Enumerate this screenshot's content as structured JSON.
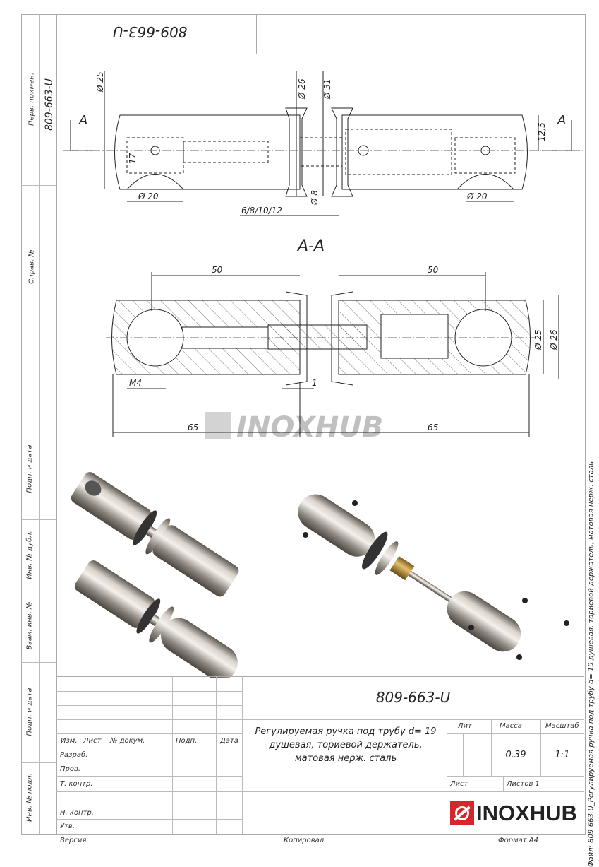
{
  "sheet": {
    "top_box_code": "809-663-U",
    "side_code": "809-663-U",
    "side_labels": [
      "Перв. примен.",
      "Справ. №",
      "Подп. и дата",
      "Инв. № дубл.",
      "Взам. инв. №",
      "Подп. и дата",
      "Инв. № подл."
    ],
    "file_caption": "Файл: 809-663-U_Регулируемая ручка под трубу d= 19 душевая, ториевой держатель, матовая нерж. сталь",
    "watermark": "INOXHUB"
  },
  "top_view": {
    "section_mark_left": "A",
    "section_mark_right": "A",
    "dims": {
      "d25": "Ø 25",
      "d26": "Ø 26",
      "d31": "Ø 31",
      "r125": "12,5",
      "h17": "17",
      "d20_left": "Ø 20",
      "d20_right": "Ø 20",
      "d8": "Ø 8",
      "gap": "6/8/10/12"
    }
  },
  "section_view": {
    "title": "A-A",
    "dims": {
      "l50_left": "50",
      "l50_right": "50",
      "d25": "Ø 25",
      "d26": "Ø 26",
      "m4": "M4",
      "one": "1",
      "l65_left": "65",
      "l65_right": "65"
    }
  },
  "title_block": {
    "code": "809-663-U",
    "name": "Регулируемая ручка под трубу d= 19 душевая, ториевой держатель, матовая нерж. сталь",
    "header": {
      "izm": "Изм.",
      "list": "Лист",
      "doc": "№ докум.",
      "podp": "Подп.",
      "date": "Дата"
    },
    "roles": [
      "Разраб.",
      "Пров.",
      "Т. контр.",
      "",
      "Н. контр.",
      "Утв."
    ],
    "lit_label": "Лит",
    "mass_label": "Масса",
    "scale_label": "Масштаб",
    "mass": "0.39",
    "scale": "1:1",
    "sheet_label": "Лист",
    "sheets_label": "Листов 1",
    "logo_text": "INOXHUB",
    "logo_color": "#d7262b"
  },
  "footer": {
    "version": "Версия",
    "copied": "Копировал",
    "format": "Формат A4"
  }
}
